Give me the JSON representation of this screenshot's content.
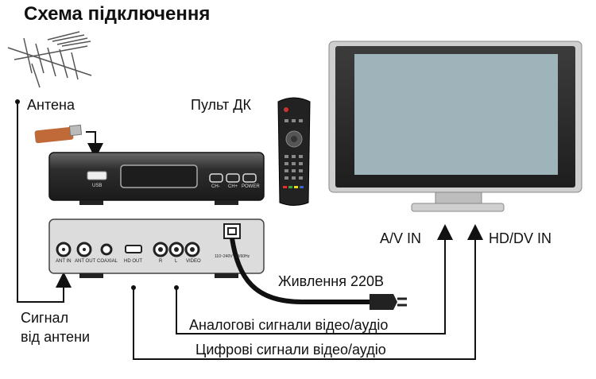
{
  "title": "Схема підключення",
  "labels": {
    "antenna": "Антена",
    "remote": "Пульт ДК",
    "antenna_signal_line1": "Сигнал",
    "antenna_signal_line2": "від антени",
    "power": "Живлення 220В",
    "analog": "Аналогові сигнали відео/аудіо",
    "digital": "Цифрові сигнали відео/аудіо",
    "av_in": "A/V IN",
    "hd_in": "HD/DV IN"
  },
  "front_panel": {
    "usb": "USB",
    "ch_minus": "CH-",
    "ch_plus": "CH+",
    "power": "POWER"
  },
  "rear_panel": {
    "ant_in": "ANT IN",
    "ant_out": "ANT OUT",
    "coaxial": "COAXIAL",
    "hd_out": "HD OUT",
    "r": "R",
    "l": "L",
    "video": "VIDEO",
    "power_spec": "110~240V~50/60Hz"
  },
  "colors": {
    "tv_screen": "#9fb3bb",
    "device_body": "#3a3a3a",
    "rear_panel": "#d9d9d9",
    "line": "#111111"
  }
}
